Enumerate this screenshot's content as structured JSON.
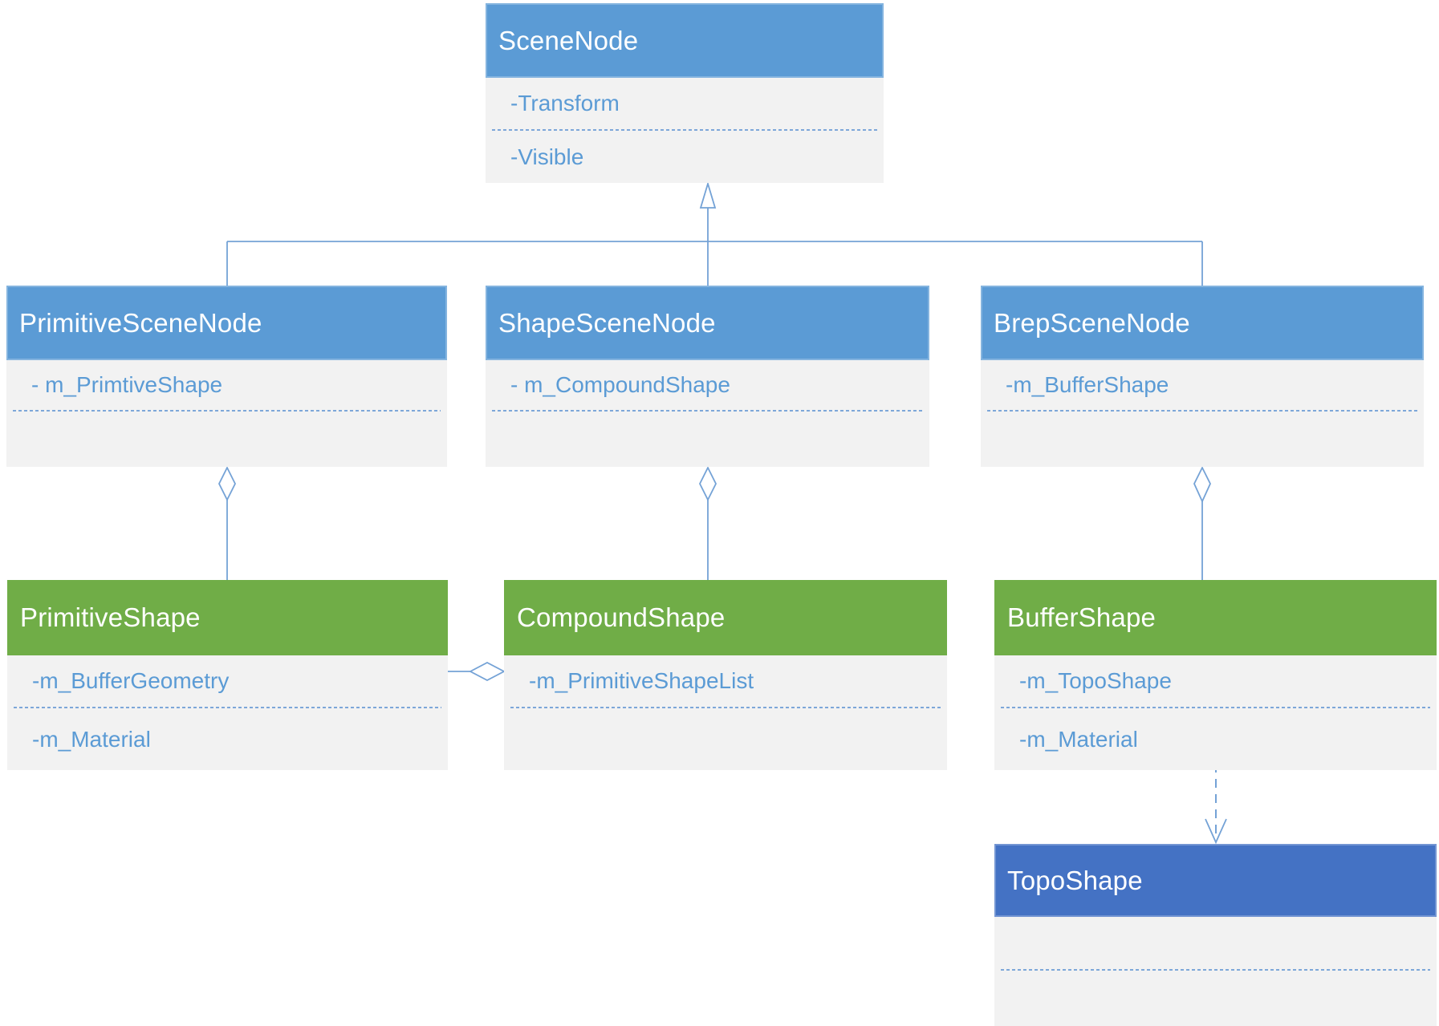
{
  "diagram": {
    "kind": "uml-class-diagram",
    "classes": {
      "scene_node": {
        "name": "SceneNode",
        "attributes": [
          "-Transform",
          "-Visible"
        ]
      },
      "primitive_scene_node": {
        "name": "PrimitiveSceneNode",
        "attributes": [
          "- m_PrimtiveShape"
        ]
      },
      "shape_scene_node": {
        "name": "ShapeSceneNode",
        "attributes": [
          "- m_CompoundShape"
        ]
      },
      "brep_scene_node": {
        "name": "BrepSceneNode",
        "attributes": [
          "-m_BufferShape"
        ]
      },
      "primitive_shape": {
        "name": "PrimitiveShape",
        "attributes": [
          "-m_BufferGeometry",
          "-m_Material"
        ]
      },
      "compound_shape": {
        "name": "CompoundShape",
        "attributes": [
          "-m_PrimitiveShapeList"
        ]
      },
      "buffer_shape": {
        "name": "BufferShape",
        "attributes": [
          "-m_TopoShape",
          "-m_Material"
        ]
      },
      "topo_shape": {
        "name": "TopoShape",
        "attributes": []
      }
    },
    "relationships": [
      {
        "type": "generalization",
        "from": [
          "PrimitiveSceneNode",
          "ShapeSceneNode",
          "BrepSceneNode"
        ],
        "to": "SceneNode",
        "marker": "hollow-triangle"
      },
      {
        "type": "aggregation",
        "whole": "PrimitiveSceneNode",
        "part": "PrimitiveShape",
        "marker": "hollow-diamond"
      },
      {
        "type": "aggregation",
        "whole": "ShapeSceneNode",
        "part": "CompoundShape",
        "marker": "hollow-diamond"
      },
      {
        "type": "aggregation",
        "whole": "BrepSceneNode",
        "part": "BufferShape",
        "marker": "hollow-diamond"
      },
      {
        "type": "aggregation",
        "whole": "CompoundShape",
        "part": "PrimitiveShape",
        "marker": "hollow-diamond"
      },
      {
        "type": "dependency",
        "from": "BufferShape",
        "to": "TopoShape",
        "style": "dashed-open-arrow"
      }
    ],
    "colors": {
      "header-blue": "#5b9bd5",
      "header-green": "#70ad47",
      "header-dark-blue": "#4472c4",
      "body-gray": "#f2f2f2",
      "attr-text": "#5b9bd5",
      "title-text": "#ffffff",
      "connector": "#74a2d6",
      "divider": "#7da7d9",
      "background": "#ffffff"
    }
  }
}
